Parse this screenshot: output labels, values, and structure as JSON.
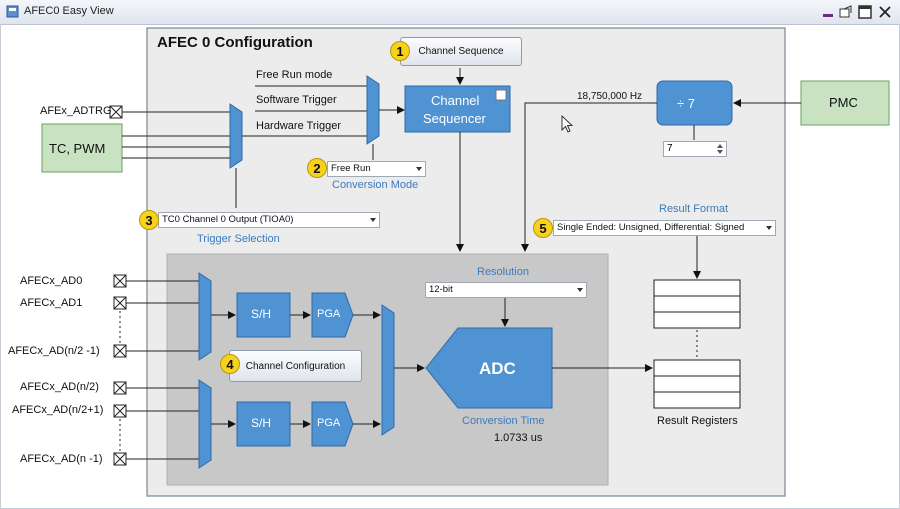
{
  "window": {
    "title": "AFEC0 Easy View"
  },
  "main": {
    "title": "AFEC 0 Configuration"
  },
  "colors": {
    "block_blue": "#4f93d3",
    "block_green": "#c9e3c2",
    "adc_area": "#c8c8c8",
    "badge_yellow": "#f6d21c",
    "label_blue": "#3a7bbf"
  },
  "buttons": {
    "channel_sequence": "Channel Sequence",
    "channel_configuration": "Channel Configuration"
  },
  "badges": {
    "b1": "1",
    "b2": "2",
    "b3": "3",
    "b4": "4",
    "b5": "5"
  },
  "blocks": {
    "channel_sequencer_line1": "Channel",
    "channel_sequencer_line2": "Sequencer",
    "divider": "÷ 7",
    "pmc": "PMC",
    "tc_pwm": "TC, PWM",
    "adc": "ADC",
    "sh": "S/H",
    "pga": "PGA"
  },
  "labels": {
    "free_run_mode": "Free Run mode",
    "software_trigger": "Software Trigger",
    "hardware_trigger": "Hardware Trigger",
    "afex_adtrg": "AFEx_ADTRG",
    "clock": "18,750,000 Hz",
    "conversion_mode": "Conversion Mode",
    "trigger_selection": "Trigger Selection",
    "result_format": "Result Format",
    "resolution": "Resolution",
    "conversion_time": "Conversion Time",
    "conversion_time_value": "1.0733 us",
    "result_registers": "Result Registers"
  },
  "inputs": {
    "conversion_mode": "Free Run",
    "trigger_selection": "TC0 Channel 0 Output (TIOA0)",
    "result_format": "Single Ended: Unsigned, Differential: Signed",
    "resolution": "12-bit",
    "divider_value": "7"
  },
  "analog_inputs": [
    "AFECx_AD0",
    "AFECx_AD1",
    "AFECx_AD(n/2 -1)",
    "AFECx_AD(n/2)",
    "AFECx_AD(n/2+1)",
    "AFECx_AD(n -1)"
  ]
}
